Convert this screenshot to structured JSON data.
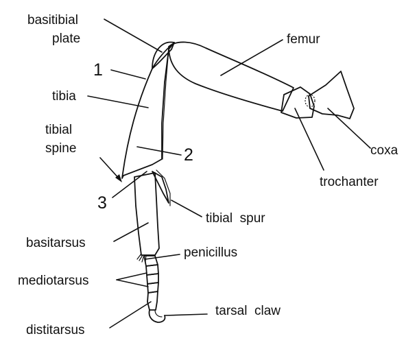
{
  "labels": {
    "basitibial_plate_1": "basitibial",
    "basitibial_plate_2": "plate",
    "femur": "femur",
    "tibia": "tibia",
    "coxa": "coxa",
    "tibial_spine_1": "tibial",
    "tibial_spine_2": "spine",
    "trochanter": "trochanter",
    "tibial_spur": "tibial  spur",
    "basitarsus": "basitarsus",
    "penicillus": "penicillus",
    "mediotarsus": "mediotarsus",
    "tarsal_claw": "tarsal  claw",
    "distitarsus": "distitarsus"
  },
  "numbers": {
    "n1": "1",
    "n2": "2",
    "n3": "3"
  }
}
